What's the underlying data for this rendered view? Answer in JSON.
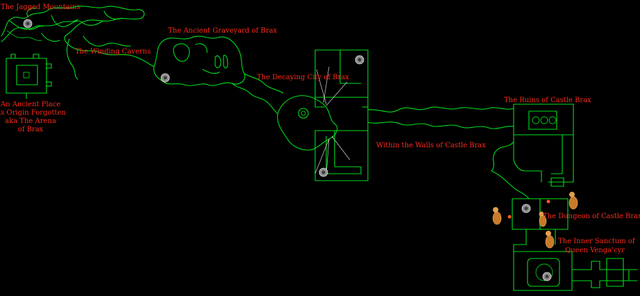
{
  "map": {
    "background": "#000000",
    "wall_color": "#00e01c",
    "label_color": "#ff2a1a",
    "labels": {
      "jagged_mountains": "The Jagged Mountains",
      "winding_caverns": "The Winding Caverns",
      "ancient_graveyard": "The Ancient Graveyard of Brax",
      "decaying_city": "The Decaying City of Brax",
      "ruins_castle": "The Ruins of Castle Brax",
      "within_walls": "Within the Walls of Castle Brax",
      "dungeon_castle": "The Dungeon of Castle Brax",
      "inner_sanctum_1": "The Inner Sanctum of",
      "inner_sanctum_2": "Queen Venga'cyr",
      "ancient_place_1": "An Ancient Place",
      "ancient_place_2": "Its Origin Forgotten",
      "ancient_place_3": "aka The Arena",
      "ancient_place_4": "of Brax"
    },
    "icons": {
      "waypoint": "waypoint-medallion-icon",
      "monster": "ghoul-monster-icon"
    }
  }
}
